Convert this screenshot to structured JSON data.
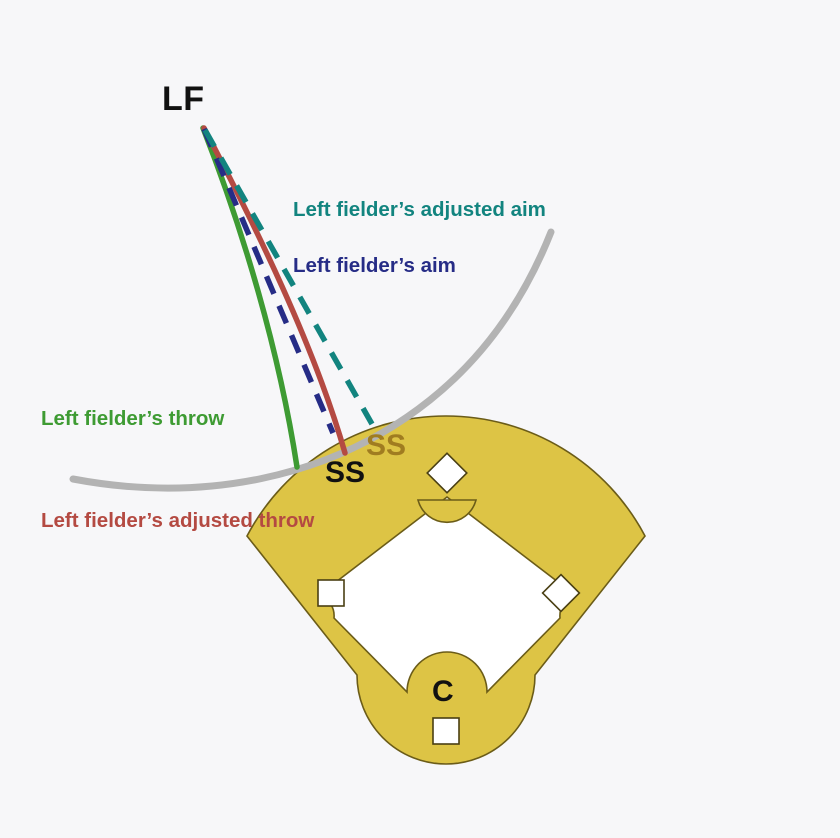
{
  "diagram": {
    "title": "Left fielder throw and aim adjustment diagram",
    "background_color": "#f7f7f9",
    "field": {
      "dirt_color": "#ddc445",
      "dirt_stroke": "#6b5c18",
      "grass_color": "#ffffff",
      "base_fill": "#ffffff",
      "base_stroke": "#4a3f13",
      "outfield_arc_color": "#b3b3b3"
    },
    "labels": {
      "left_fielder": "LF",
      "catcher": "C",
      "shortstop_actual": "SS",
      "shortstop_adjusted": "SS"
    },
    "legend": [
      {
        "key": "adjusted_aim",
        "text": "Left fielder’s adjusted aim",
        "color": "#12847f",
        "style": "dashed"
      },
      {
        "key": "aim",
        "text": "Left fielder’s aim",
        "color": "#262c86",
        "style": "dashed"
      },
      {
        "key": "throw",
        "text": "Left fielder’s throw",
        "color": "#3e9b33",
        "style": "solid"
      },
      {
        "key": "adjusted_throw",
        "text": "Left fielder’s adjusted throw",
        "color": "#b44a42",
        "style": "solid"
      }
    ],
    "colors": {
      "lf_label": "#111111",
      "ss_actual_label": "#111111",
      "ss_adjusted_label": "#a07c20",
      "catcher_label": "#111111"
    }
  }
}
